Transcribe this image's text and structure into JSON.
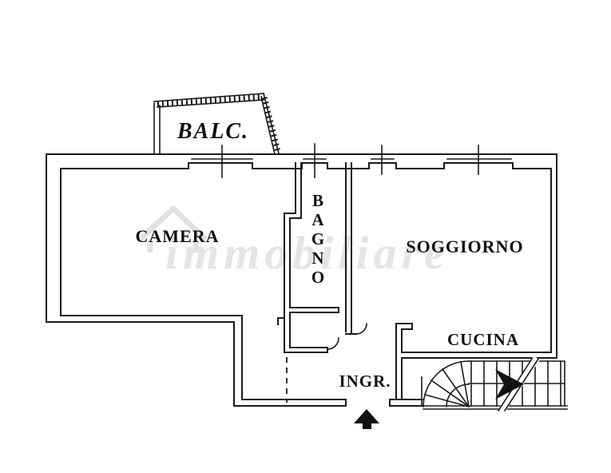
{
  "plan": {
    "rooms": {
      "balcony": {
        "label": "BALC."
      },
      "bedroom": {
        "label": "CAMERA"
      },
      "bathroom": {
        "label": "BAGNO",
        "letters": [
          "B",
          "A",
          "G",
          "N",
          "O"
        ]
      },
      "living_room": {
        "label": "SOGGIORNO"
      },
      "kitchen": {
        "label": "CUCINA"
      },
      "entrance": {
        "label": "INGR."
      }
    },
    "icons": {
      "entrance_arrow": "up-arrow",
      "stairs_arrow": "right-arrow",
      "watermark_house": "house-outline"
    },
    "colors": {
      "line": "#1a1a1a",
      "background": "#ffffff",
      "watermark": "#e5e5e5"
    }
  },
  "watermark": {
    "text": "immobiliare"
  }
}
